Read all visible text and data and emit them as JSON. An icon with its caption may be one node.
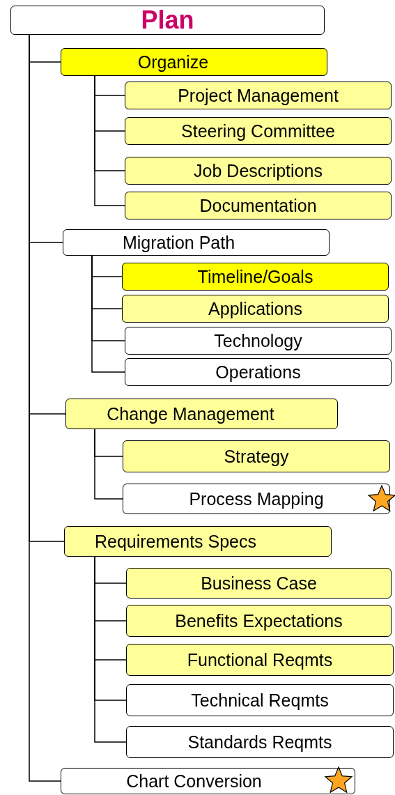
{
  "diagram": {
    "nodes": [
      {
        "text": [
          "Plan"
        ]
      },
      {
        "text": [
          "Organize"
        ]
      },
      {
        "text": [
          "Project Management"
        ]
      },
      {
        "text": [
          "Steering Committee"
        ]
      },
      {
        "text": [
          "Job Descriptions"
        ]
      },
      {
        "text": [
          "Documentation"
        ]
      },
      {
        "text": [
          "Migration Path"
        ]
      },
      {
        "text": [
          "Timeline/Goals"
        ]
      },
      {
        "text": [
          "Applications"
        ]
      },
      {
        "text": [
          "Technology"
        ]
      },
      {
        "text": [
          "Operations"
        ]
      },
      {
        "text": [
          "Change Management"
        ]
      },
      {
        "text": [
          "Strategy"
        ]
      },
      {
        "text": [
          "Process Mapping"
        ]
      },
      {
        "text": [
          "Requirements Specs"
        ]
      },
      {
        "text": [
          "Business Case"
        ]
      },
      {
        "text": [
          "Benefits Expectations"
        ]
      },
      {
        "text": [
          "Functional Reqmts"
        ]
      },
      {
        "text": [
          "Technical Reqmts"
        ]
      },
      {
        "text": [
          "Standards Reqmts"
        ]
      },
      {
        "text": [
          "Chart Conversion"
        ]
      }
    ],
    "edges": [
      {
        "from": 0,
        "to": 1,
        "arrow": "none"
      },
      {
        "from": 1,
        "to": 2,
        "arrow": "none"
      },
      {
        "from": 1,
        "to": 3,
        "arrow": "none"
      },
      {
        "from": 1,
        "to": 4,
        "arrow": "none"
      },
      {
        "from": 1,
        "to": 5,
        "arrow": "none"
      },
      {
        "from": 0,
        "to": 6,
        "arrow": "none"
      },
      {
        "from": 6,
        "to": 7,
        "arrow": "none"
      },
      {
        "from": 6,
        "to": 8,
        "arrow": "none"
      },
      {
        "from": 6,
        "to": 9,
        "arrow": "none"
      },
      {
        "from": 6,
        "to": 10,
        "arrow": "none"
      },
      {
        "from": 0,
        "to": 11,
        "arrow": "none"
      },
      {
        "from": 11,
        "to": 12,
        "arrow": "none"
      },
      {
        "from": 11,
        "to": 13,
        "arrow": "none"
      },
      {
        "from": 0,
        "to": 14,
        "arrow": "none"
      },
      {
        "from": 14,
        "to": 15,
        "arrow": "none"
      },
      {
        "from": 14,
        "to": 16,
        "arrow": "none"
      },
      {
        "from": 14,
        "to": 17,
        "arrow": "none"
      },
      {
        "from": 14,
        "to": 18,
        "arrow": "none"
      },
      {
        "from": 14,
        "to": 19,
        "arrow": "none"
      },
      {
        "from": 0,
        "to": 20,
        "arrow": "none"
      }
    ]
  }
}
